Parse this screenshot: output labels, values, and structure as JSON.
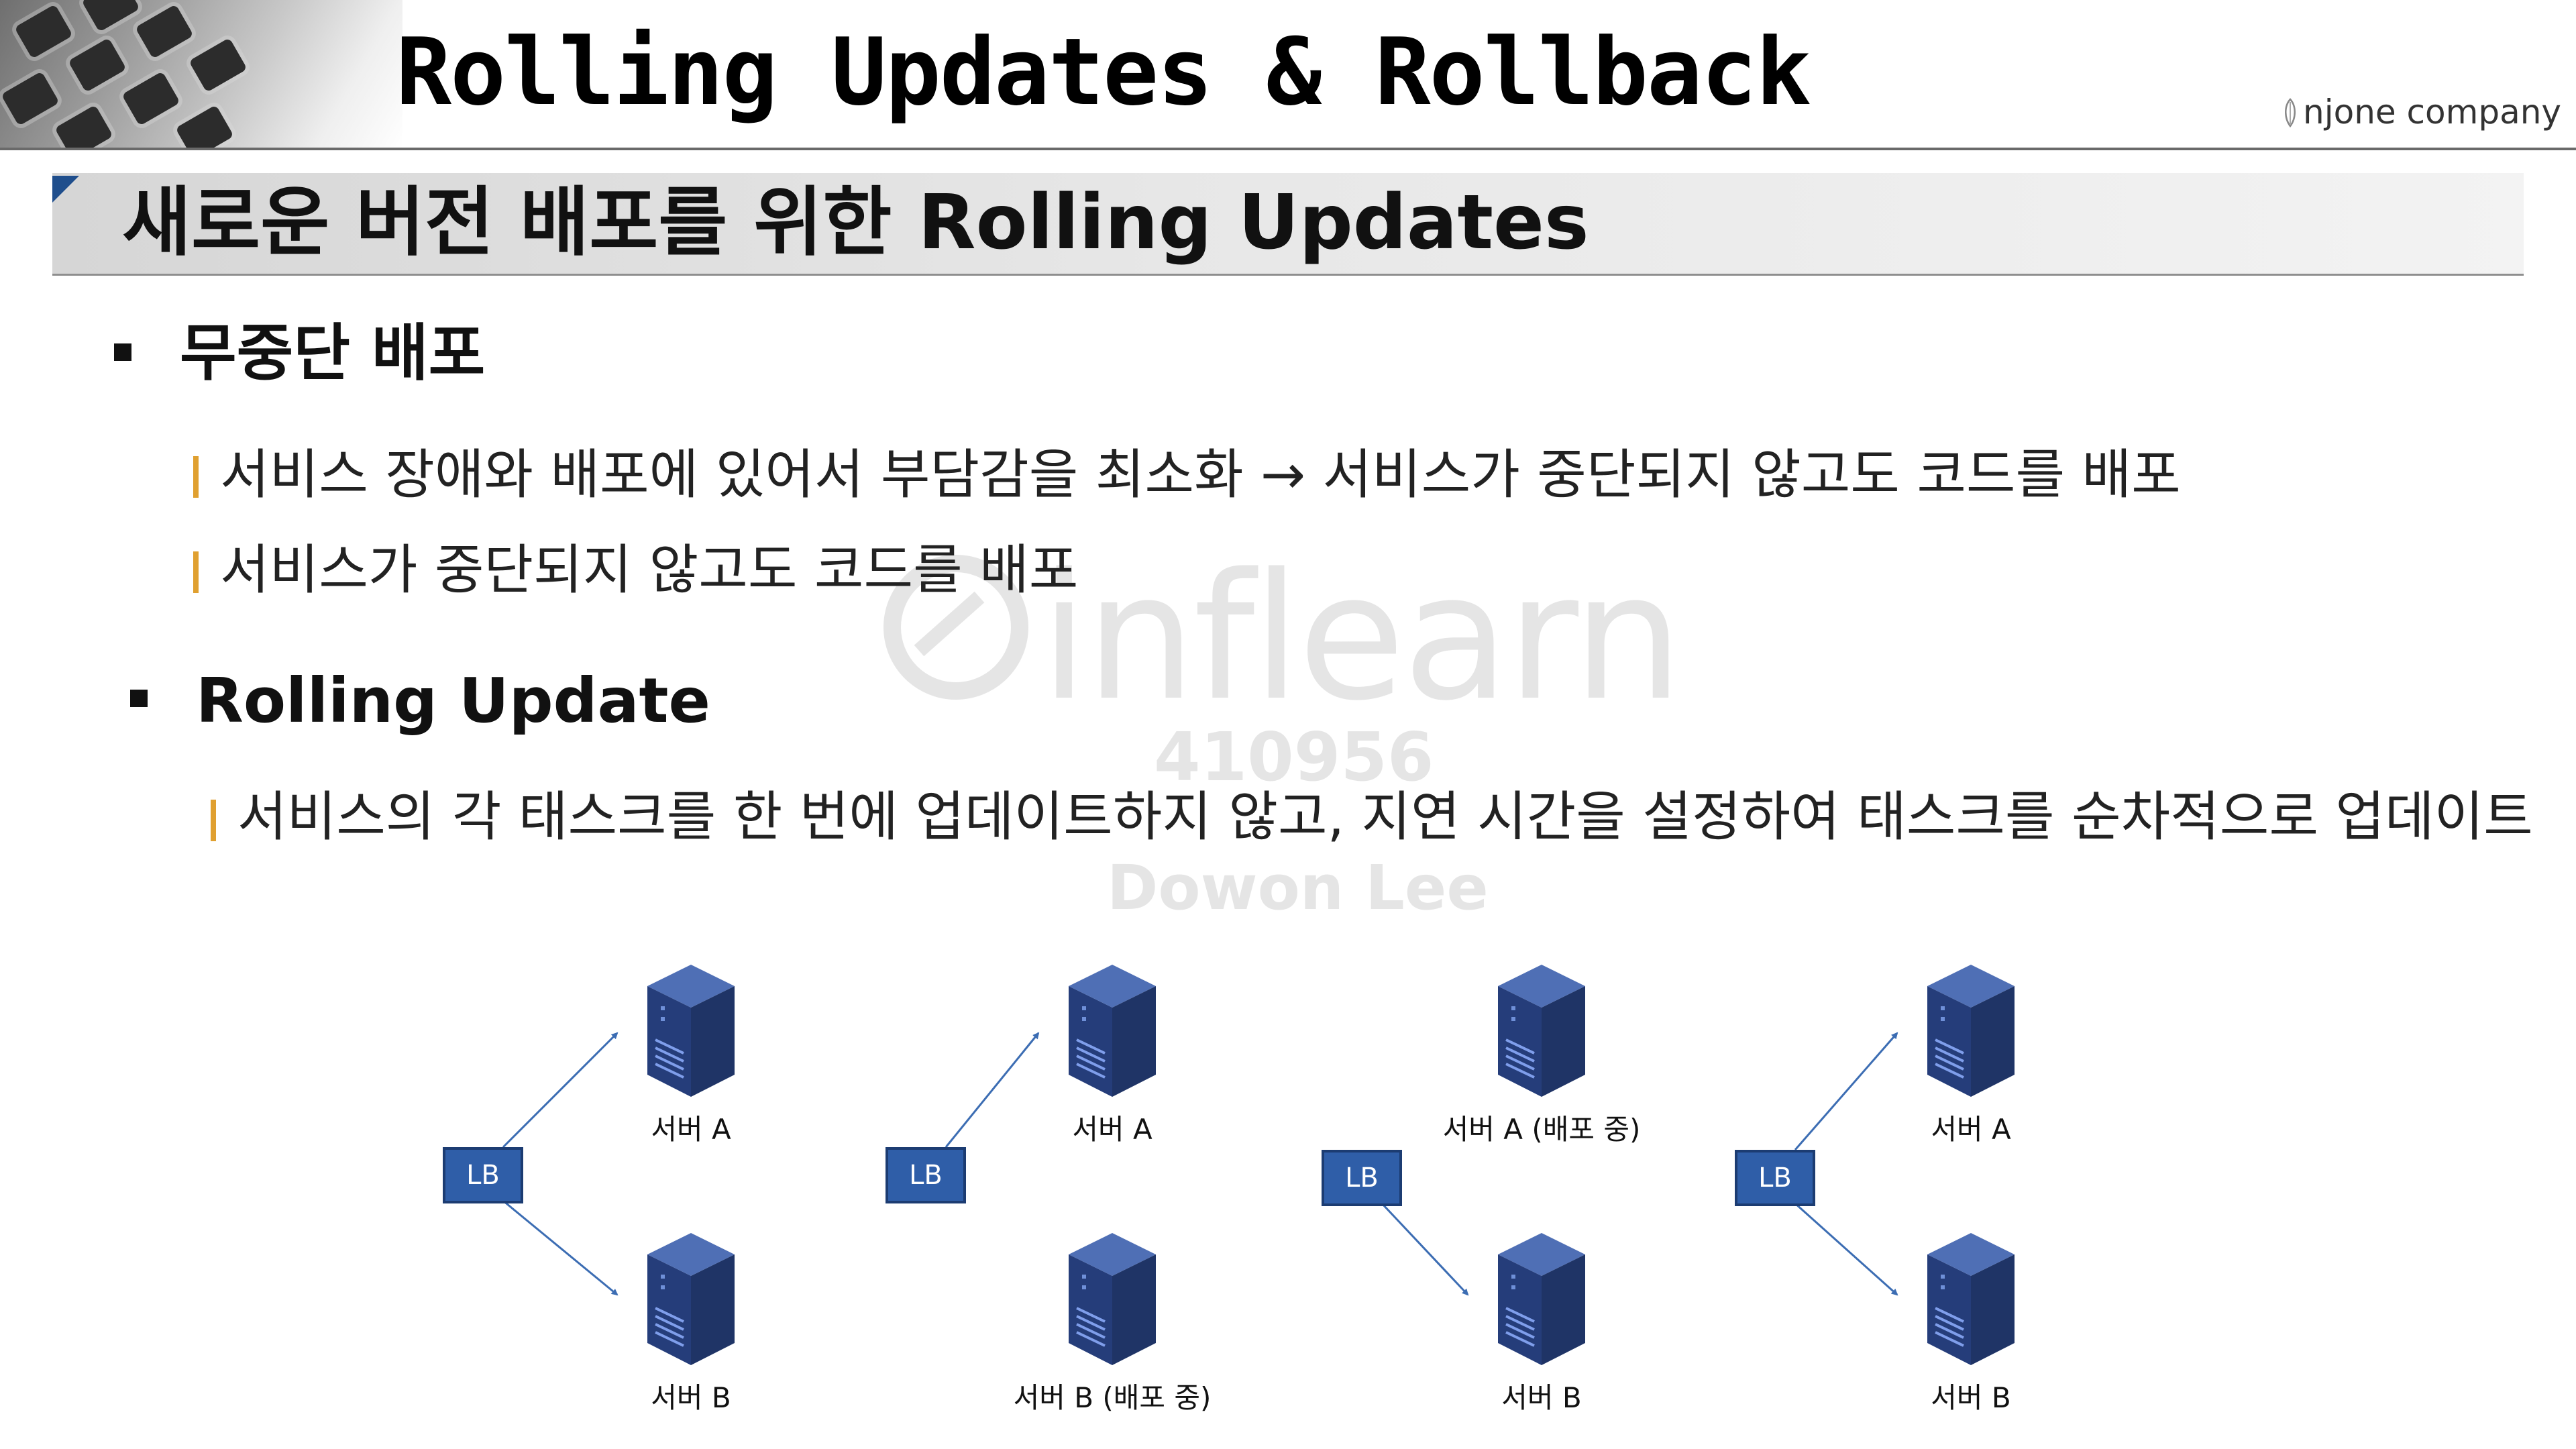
{
  "header": {
    "title": "Rolling Updates & Rollback",
    "brand": "njone company"
  },
  "section": {
    "title": "새로운 버전 배포를 위한 Rolling Updates"
  },
  "bullets": [
    {
      "title": "무중단 배포",
      "items": [
        "서비스 장애와 배포에 있어서 부담감을 최소화 → 서비스가 중단되지 않고도 코드를 배포",
        "서비스가 중단되지 않고도 코드를 배포"
      ]
    },
    {
      "title": "Rolling Update",
      "items": [
        "서비스의 각 태스크를 한 번에 업데이트하지 않고, 지연 시간을 설정하여 태스크를 순차적으로 업데이트"
      ]
    }
  ],
  "watermark": {
    "logo": "inflearn",
    "id": "410956",
    "name": "Dowon Lee"
  },
  "diagram": {
    "lb_label": "LB",
    "stages": [
      {
        "server_a": "서버 A",
        "server_b": "서버 B",
        "a_connected": true,
        "b_connected": true
      },
      {
        "server_a": "서버 A",
        "server_b": "서버 B (배포 중)",
        "a_connected": true,
        "b_connected": false
      },
      {
        "server_a": "서버 A (배포 중)",
        "server_b": "서버 B",
        "a_connected": false,
        "b_connected": true
      },
      {
        "server_a": "서버 A",
        "server_b": "서버 B",
        "a_connected": true,
        "b_connected": true
      }
    ]
  },
  "colors": {
    "lb_fill": "#2f5ea8",
    "server_body": "#1f3466",
    "arrow": "#3c6db3",
    "sub_bullet_bar": "#e0a030",
    "section_corner": "#1f4e8c"
  }
}
